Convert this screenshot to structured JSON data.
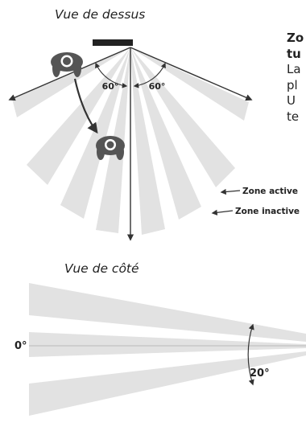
{
  "top_view": {
    "caption": "Vue de dessus",
    "angle_left": "60°",
    "angle_right": "60°",
    "legend_active": "Zone active",
    "legend_inactive": "Zone inactive"
  },
  "side_view": {
    "caption": "Vue de côté",
    "angle_origin": "0°",
    "angle_spread": "20°"
  },
  "side_text": {
    "line1": "Zo",
    "line2": "tu",
    "line3": "La",
    "line4": "pl",
    "line5": "U",
    "line6": "te"
  },
  "colors": {
    "zone": "#e2e2e2",
    "line": "#333333",
    "sensor": "#222222"
  },
  "icons": [
    "person-top-view-icon",
    "sensor-bar-icon"
  ]
}
